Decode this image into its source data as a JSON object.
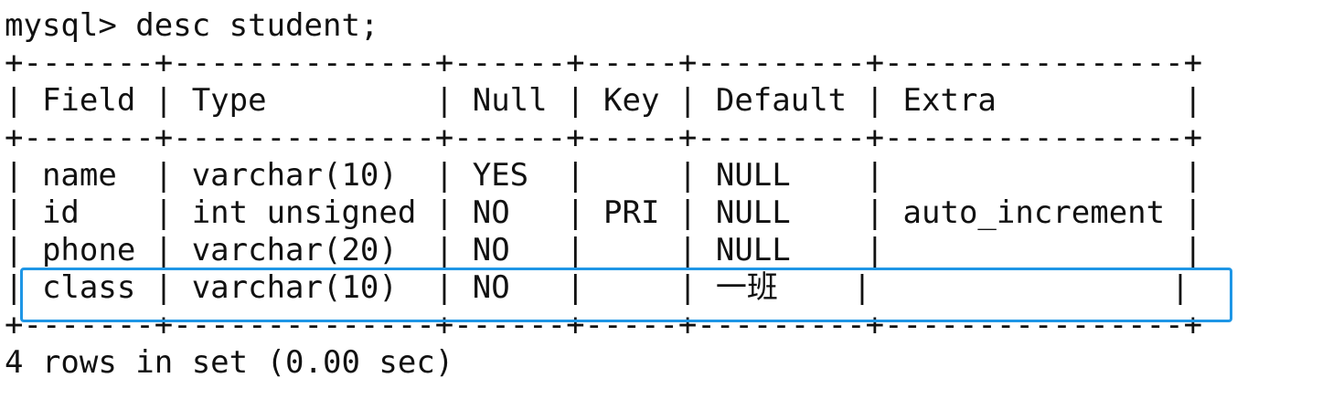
{
  "prompt_line": "mysql> desc student;",
  "borders": {
    "top": "+-------+--------------+------+-----+---------+----------------+",
    "header_sep": "+-------+--------------+------+-----+---------+----------------+",
    "bottom": "+-------+--------------+------+-----+---------+----------------+"
  },
  "header": "| Field | Type         | Null | Key | Default | Extra          |",
  "rows": [
    "| name  | varchar(10)  | YES  |     | NULL    |                |",
    "| id    | int unsigned | NO   | PRI | NULL    | auto_increment |",
    "| phone | varchar(20)  | NO   |     | NULL    |                |",
    "| class | varchar(10)  | NO   |     | 一班    |                |"
  ],
  "summary": "4 rows in set (0.00 sec)",
  "highlight_color": "#1e96e6"
}
